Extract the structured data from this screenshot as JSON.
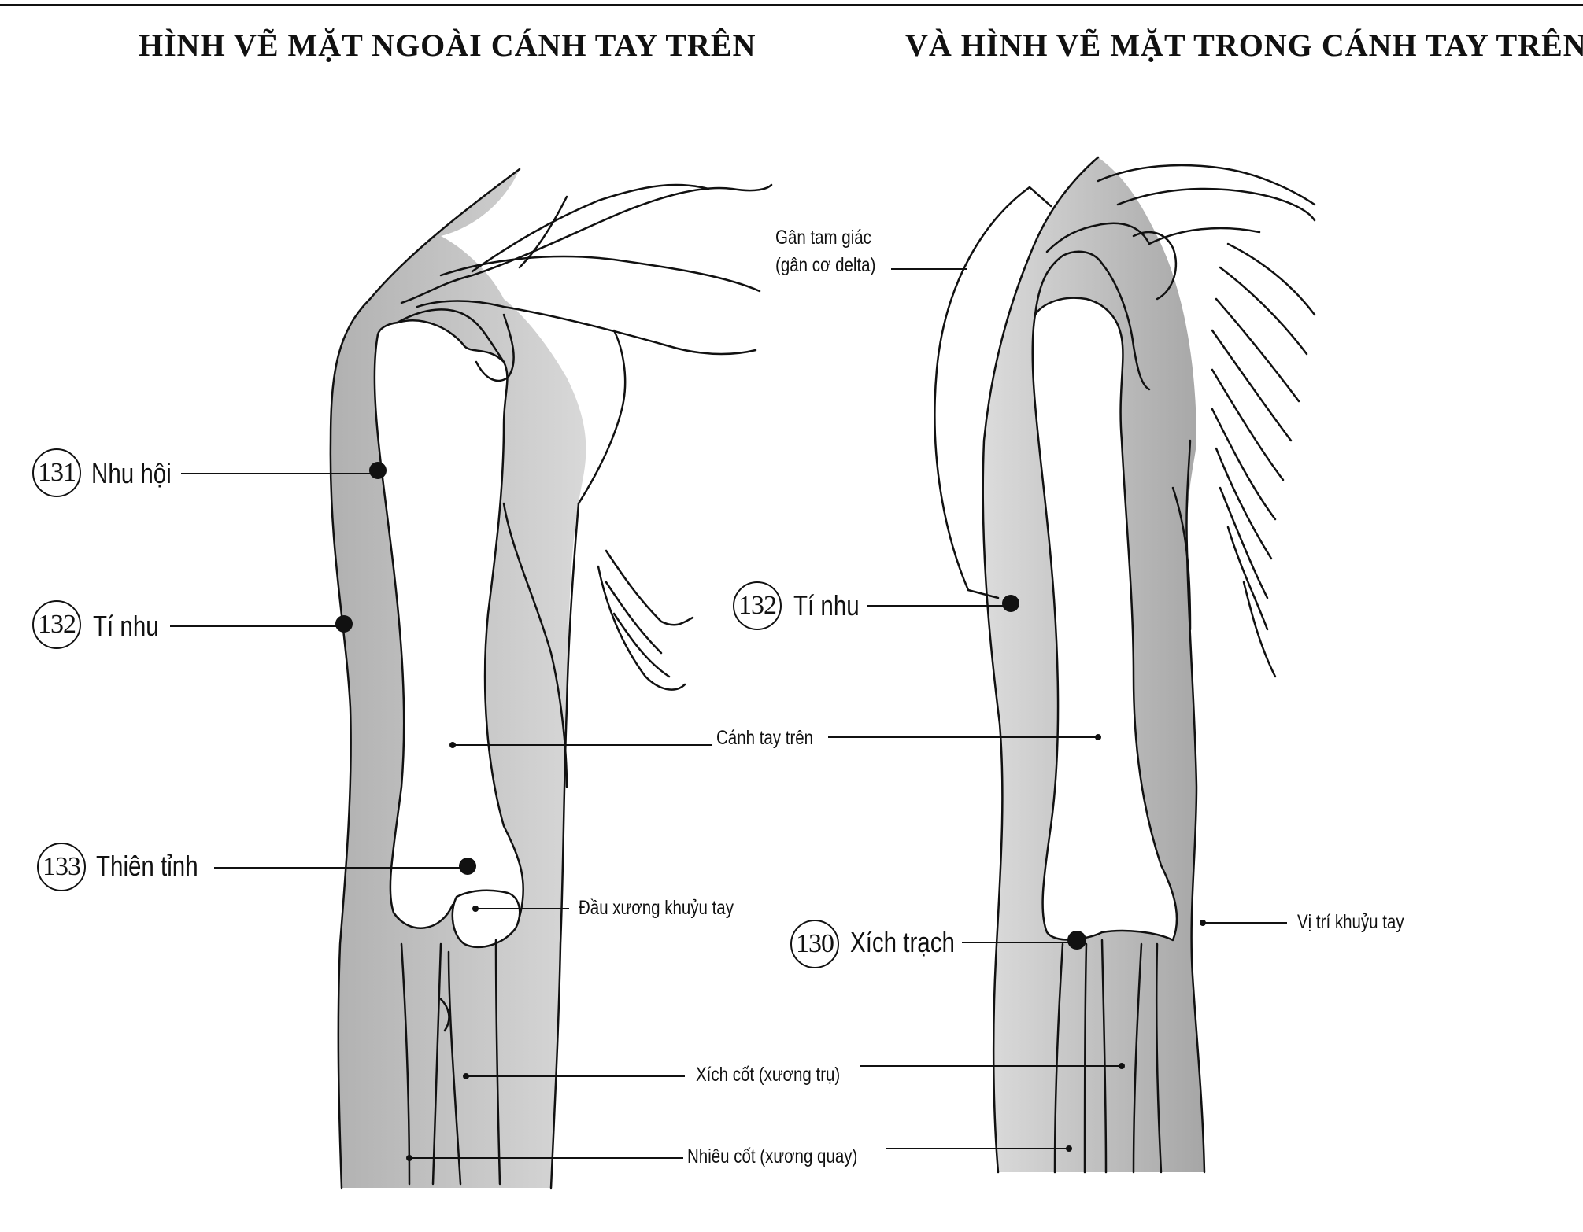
{
  "titles": {
    "left": "HÌNH VẼ MẶT NGOÀI CÁNH TAY TRÊN",
    "right": "VÀ HÌNH VẼ MẶT TRONG CÁNH TAY TRÊN"
  },
  "points": {
    "p131": {
      "number": "131",
      "name": "Nhu hội"
    },
    "p132_left": {
      "number": "132",
      "name": "Tí nhu"
    },
    "p133": {
      "number": "133",
      "name": "Thiên tỉnh"
    },
    "p132_right": {
      "number": "132",
      "name": "Tí nhu"
    },
    "p130": {
      "number": "130",
      "name": "Xích trạch"
    }
  },
  "labels": {
    "deltoid_line1": "Gân tam giác",
    "deltoid_line2": "(gân cơ delta)",
    "upper_arm": "Cánh tay trên",
    "elbow_head": "Đầu xương khuỷu tay",
    "elbow_position": "Vị trí khuỷu tay",
    "ulna": "Xích cốt (xương trụ)",
    "radius": "Nhiêu cốt (xương quay)"
  },
  "colors": {
    "ink": "#111111",
    "shade": "#bdbdbd",
    "paper": "#ffffff"
  }
}
